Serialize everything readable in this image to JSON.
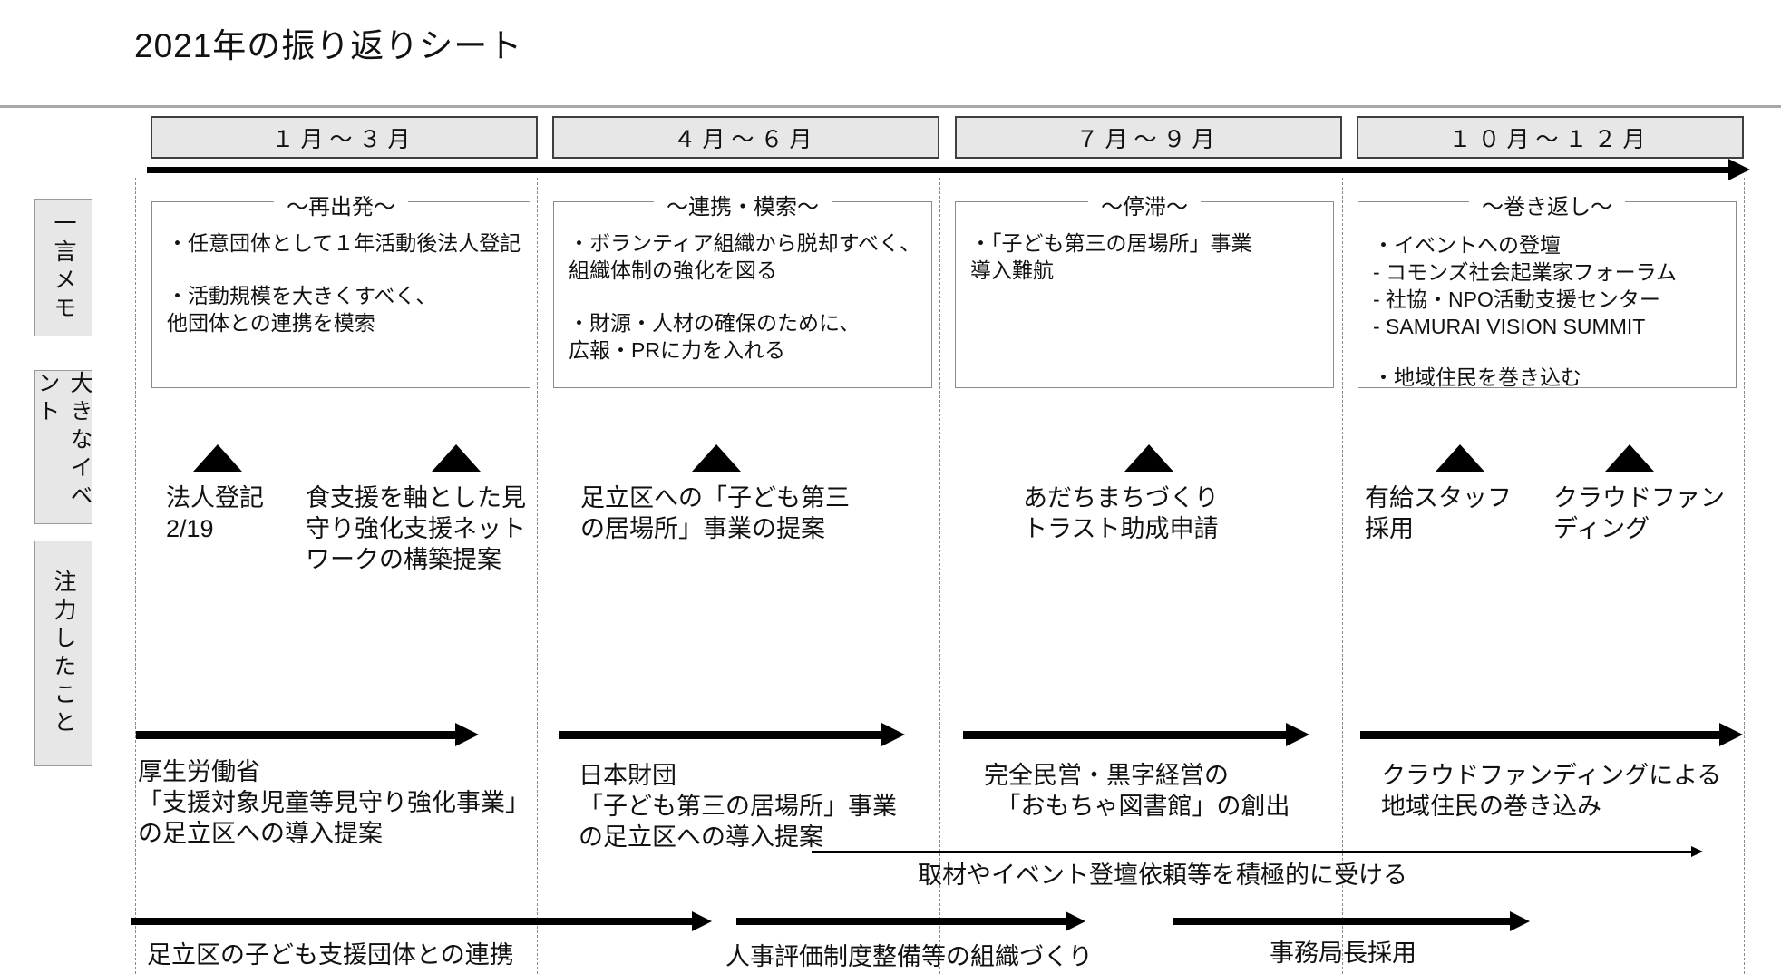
{
  "title": "2021年の振り返りシート",
  "quarters": [
    {
      "label": "１月～３月"
    },
    {
      "label": "４月～６月"
    },
    {
      "label": "７月～９月"
    },
    {
      "label": "１０月～１２月"
    }
  ],
  "row_labels": {
    "memo": "一言メモ",
    "events": "大きなイベント",
    "focus": "注力したこと"
  },
  "memos": [
    {
      "title": "～再出発～",
      "item1": "・任意団体として１年活動後法人登記",
      "item2": "・活動規模を大きくすべく、\n他団体との連携を模索"
    },
    {
      "title": "～連携・模索～",
      "item1": "・ボランティア組織から脱却すべく、\n組織体制の強化を図る",
      "item2": "・財源・人材の確保のために、\n広報・PRに力を入れる"
    },
    {
      "title": "～停滞～",
      "item1": "・「子ども第三の居場所」事業\n導入難航",
      "item2": ""
    },
    {
      "title": "～巻き返し～",
      "item1": "・イベントへの登壇\n- コモンズ社会起業家フォーラム\n- 社協・NPO活動支援センター\n- SAMURAI VISION SUMMIT",
      "item2": "・地域住民を巻き込む"
    }
  ],
  "events": [
    {
      "label": "法人登記\n2/19"
    },
    {
      "label": "食支援を軸とした見\n守り強化支援ネット\nワークの構築提案"
    },
    {
      "label": "足立区への「子ども第三\nの居場所」事業の提案"
    },
    {
      "label": "あだちまちづくり\nトラスト助成申請"
    },
    {
      "label": "有給スタッフ\n採用"
    },
    {
      "label": "クラウドファン\nディング"
    }
  ],
  "focus": {
    "q1": "厚生労働省\n「支援対象児童等見守り強化事業」\nの足立区への導入提案",
    "q2": "日本財団\n「子ども第三の居場所」事業\nの足立区への導入提案",
    "q3": "完全民営・黒字経営の\n　「おもちゃ図書館」の創出",
    "q4": "クラウドファンディングによる\n地域住民の巻き込み",
    "long_arrow_label": "取材やイベント登壇依頼等を積極的に受ける",
    "b1": "足立区の子ども支援団体との連携",
    "b2": "人事評価制度整備等の組織づくり",
    "b3": "事務局長採用"
  }
}
